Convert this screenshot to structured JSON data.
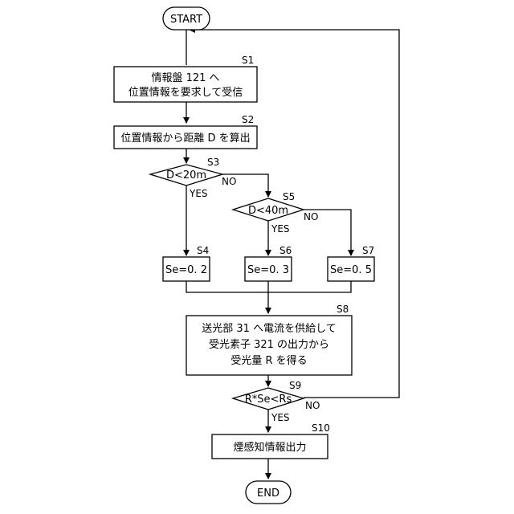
{
  "start": "START",
  "end": "END",
  "steps": {
    "s1": {
      "tag": "S1",
      "lines": [
        "情報盤 121 へ",
        "位置情報を要求して受信"
      ]
    },
    "s2": {
      "tag": "S2",
      "lines": [
        "位置情報から距離 D を算出"
      ]
    },
    "s3": {
      "tag": "S3",
      "text": "D<20m"
    },
    "s4": {
      "tag": "S4",
      "text": "Se=0. 2"
    },
    "s5": {
      "tag": "S5",
      "text": "D<40m"
    },
    "s6": {
      "tag": "S6",
      "text": "Se=0. 3"
    },
    "s7": {
      "tag": "S7",
      "text": "Se=0. 5"
    },
    "s8": {
      "tag": "S8",
      "lines": [
        "送光部 31 へ電流を供給して",
        "受光素子 321 の出力から",
        "受光量 R を得る"
      ]
    },
    "s9": {
      "tag": "S9",
      "text": "R*Se<Rs"
    },
    "s10": {
      "tag": "S10",
      "lines": [
        "煙感知情報出力"
      ]
    }
  },
  "labels": {
    "yes": "YES",
    "no": "NO"
  }
}
